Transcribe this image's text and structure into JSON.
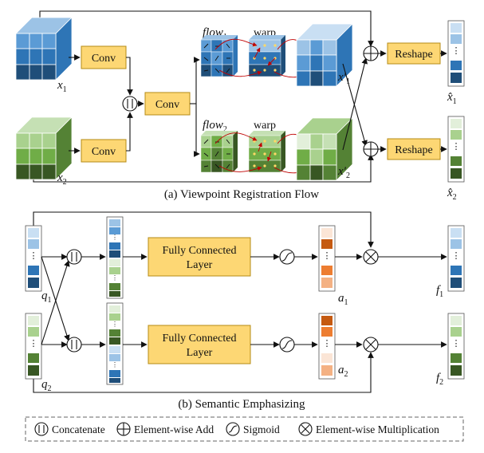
{
  "panel_a": {
    "caption": "(a) Viewpoint Registration Flow",
    "conv_label": "Conv",
    "warp_label": "warp",
    "reshape_label": "Reshape",
    "flow_label": "flow",
    "flow_subs": [
      "1",
      "2"
    ],
    "input_var": "x",
    "output_var": "x′",
    "hat_var": "x̂",
    "subs": [
      "1",
      "2"
    ],
    "dots": "⋮"
  },
  "panel_b": {
    "caption": "(b) Semantic Emphasizing",
    "fc_label_line1": "Fully Connected",
    "fc_label_line2": "Layer",
    "input_var": "q",
    "attn_var": "a",
    "output_var": "f",
    "subs": [
      "1",
      "2"
    ],
    "dots": "⋮"
  },
  "legend": {
    "concatenate": "Concatenate",
    "add": "Element-wise Add",
    "sigmoid": "Sigmoid",
    "multiply": "Element-wise Multiplication"
  },
  "colors": {
    "blue_palette": [
      "#c9dff3",
      "#9cc3e6",
      "#5b9bd5",
      "#2e75b6",
      "#1f4e79"
    ],
    "green_palette": [
      "#e2efda",
      "#c5e0b4",
      "#a9d18e",
      "#70ad47",
      "#548235",
      "#385723"
    ],
    "orange_palette": [
      "#c55a11",
      "#f4b183",
      "#fbe5d6",
      "#ed7d31"
    ],
    "box_fill": "#fdd774",
    "arrow_red": "#c00000"
  }
}
